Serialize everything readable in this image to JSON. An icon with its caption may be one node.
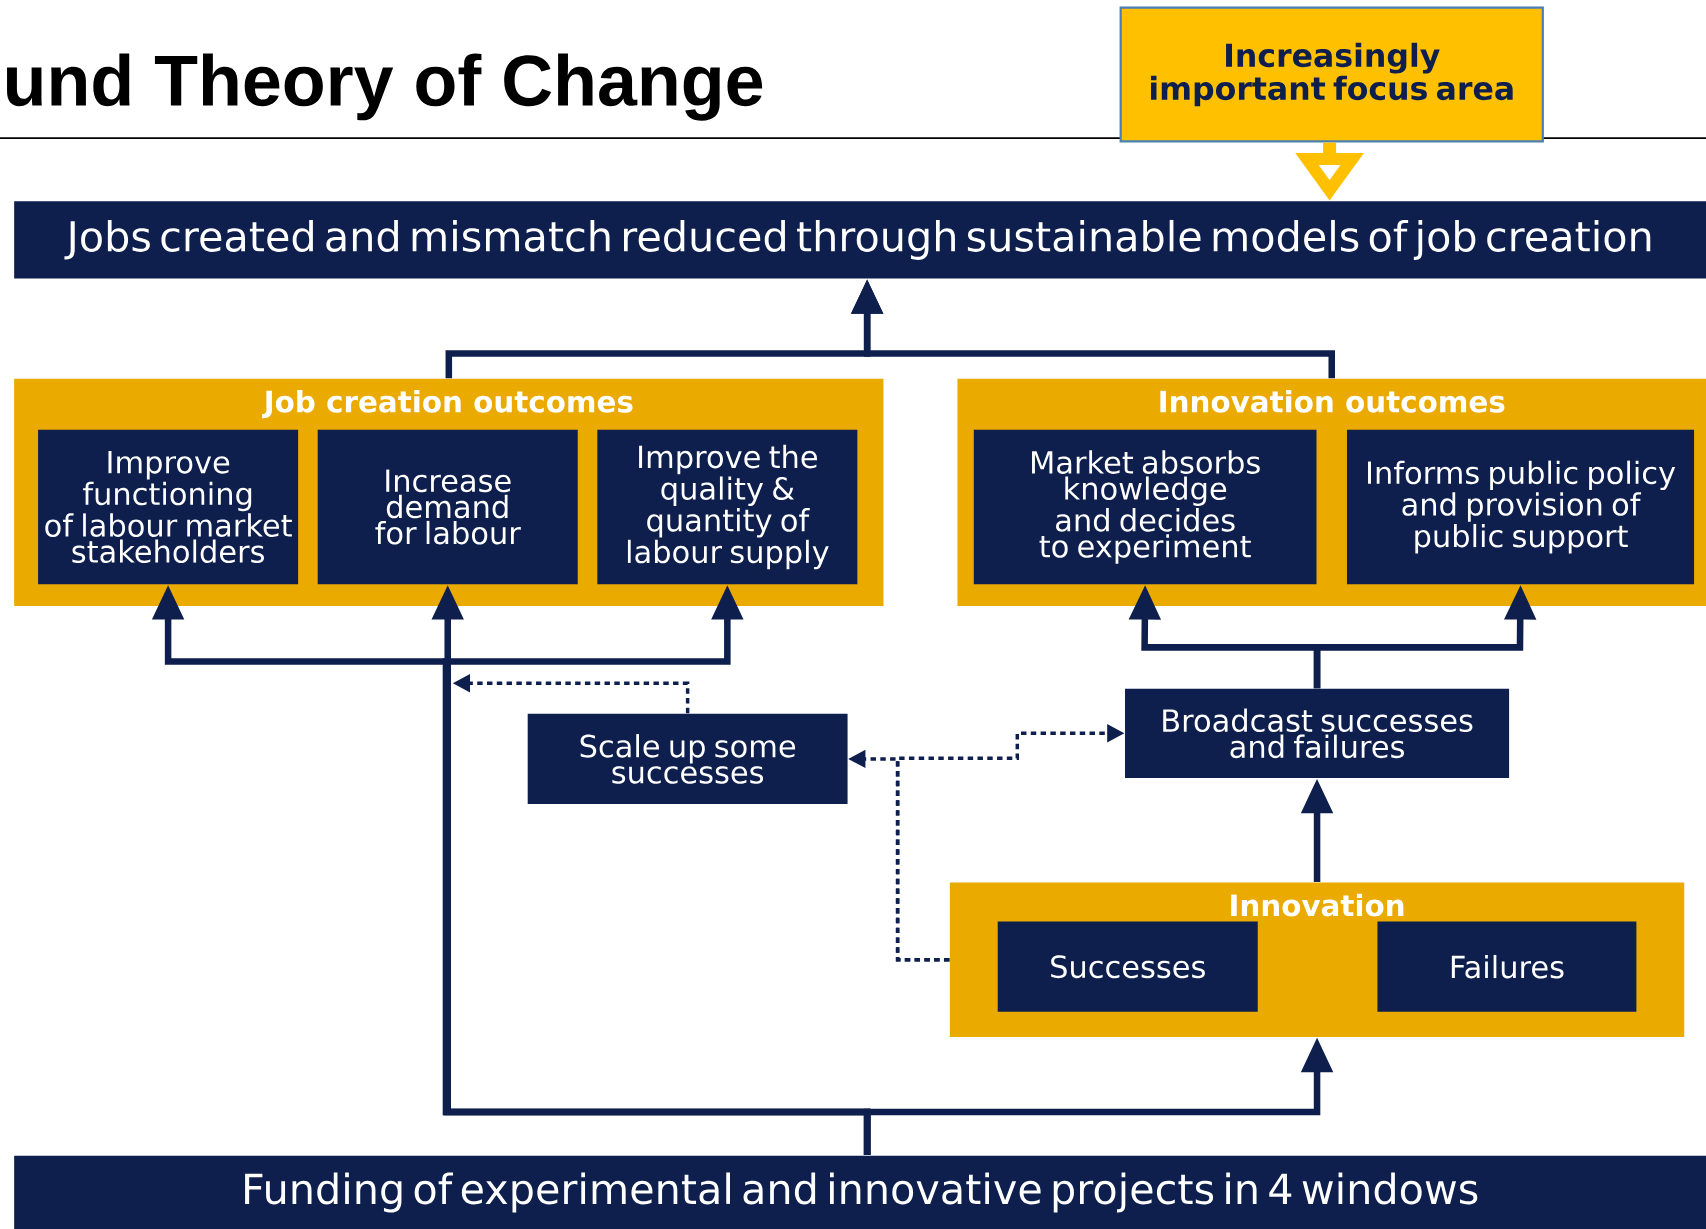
{
  "diagram": {
    "title": "und Theory of Change",
    "nodes": [
      {
        "text": [
          "Increasingly important focus area"
        ]
      },
      {
        "text": [
          "Jobs created and mismatch reduced through sustainable models of job creation"
        ]
      },
      {
        "text": [
          "Job creation outcomes"
        ]
      },
      {
        "text": [
          "Improve functioning of labour market stakeholders"
        ],
        "in": 2
      },
      {
        "text": [
          "Increase demand for labour"
        ],
        "in": 2
      },
      {
        "text": [
          "Improve the quality & quantity of labour supply"
        ],
        "in": 2
      },
      {
        "text": [
          "Innovation outcomes"
        ]
      },
      {
        "text": [
          "Market absorbs knowledge and decides to experiment"
        ],
        "in": 6
      },
      {
        "text": [
          "Informs public policy and provision of public support"
        ],
        "in": 6
      },
      {
        "text": [
          "Scale up some successes"
        ]
      },
      {
        "text": [
          "Broadcast successes and failures"
        ]
      },
      {
        "text": [
          "Innovation"
        ]
      },
      {
        "text": [
          "Successes"
        ],
        "in": 11
      },
      {
        "text": [
          "Failures"
        ],
        "in": 11
      },
      {
        "text": [
          "Funding of experimental and innovative projects in 4 windows"
        ]
      }
    ],
    "edges": [
      {
        "from": 2,
        "to": 1,
        "arrow": "to"
      },
      {
        "from": 6,
        "to": 1,
        "arrow": "to"
      },
      {
        "from": 0,
        "to": 1,
        "arrow": "to",
        "style": "thick",
        "color": "#ffc000"
      },
      {
        "from": 14,
        "to": 3,
        "arrow": "to"
      },
      {
        "from": 14,
        "to": 4,
        "arrow": "to"
      },
      {
        "from": 14,
        "to": 5,
        "arrow": "to"
      },
      {
        "from": 14,
        "to": 11,
        "arrow": "to"
      },
      {
        "from": 11,
        "to": 10,
        "arrow": "to"
      },
      {
        "from": 10,
        "to": 7,
        "arrow": "to"
      },
      {
        "from": 10,
        "to": 8,
        "arrow": "to"
      },
      {
        "from": 9,
        "to": null,
        "arrow": "to",
        "style": "dashed"
      },
      {
        "from": 11,
        "to": 9,
        "arrow": "to",
        "style": "dashed"
      },
      {
        "from": 11,
        "to": 10,
        "arrow": "to",
        "style": "dashed"
      }
    ]
  }
}
